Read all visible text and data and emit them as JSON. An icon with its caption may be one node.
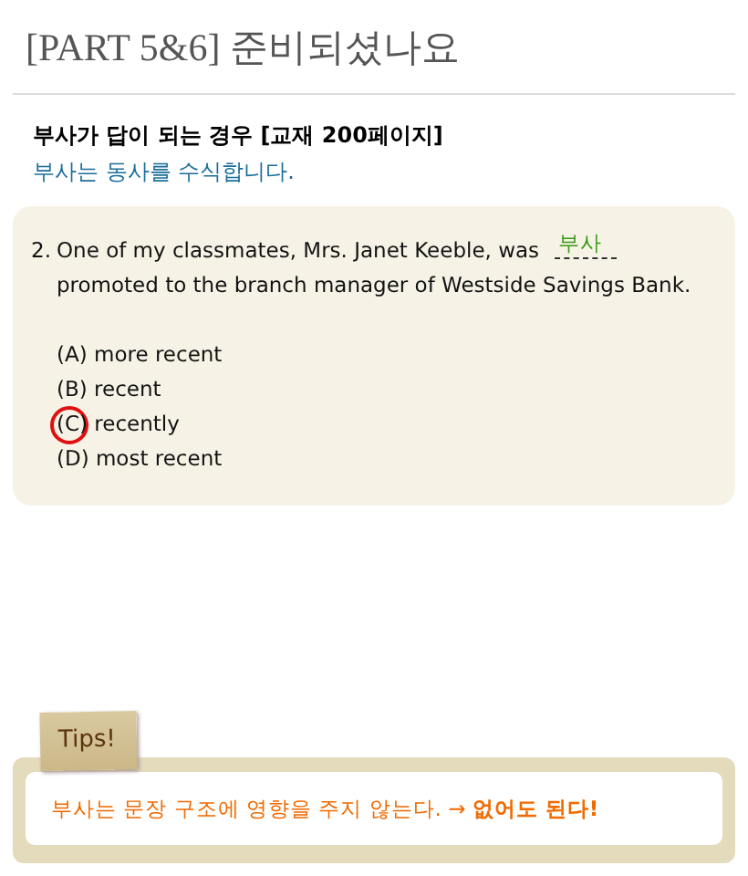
{
  "diagram": {
    "title": "[PART 5&6] 준비되셨나요",
    "labels": [
      "부사가 답이 되는 경우 [교재 200페이지]",
      "부사는 동사를 수식합니다.",
      "2.",
      "One of my classmates, Mrs. Janet Keeble, was",
      "부사",
      "promoted to the branch manager of Westside Savings Bank.",
      "(A) more recent",
      "(B) recent",
      "(C) recently",
      "(D) most recent",
      "Tips!",
      "부사는 문장 구조에 영향을 주지 않는다. → **없어도 된다!**"
    ]
  }
}
